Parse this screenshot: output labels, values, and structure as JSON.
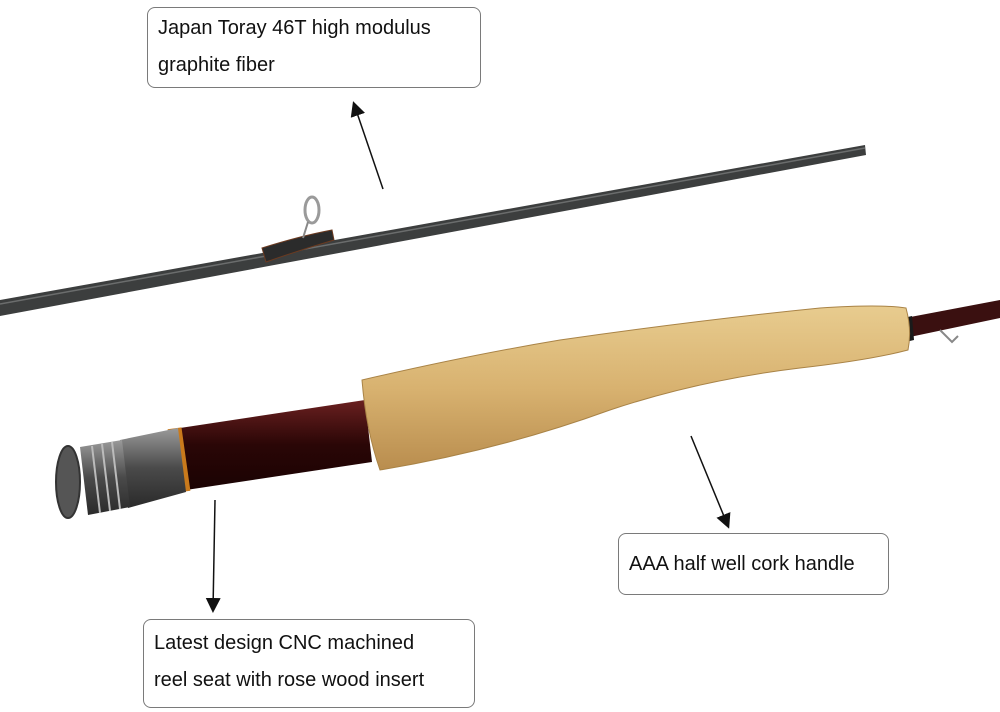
{
  "callouts": {
    "graphite": {
      "line1": "Japan Toray 46T high modulus",
      "line2": "graphite fiber"
    },
    "cork": {
      "line1": "AAA half well cork handle"
    },
    "reel_seat": {
      "line1": "Latest design CNC machined",
      "line2": "reel seat with rose wood insert"
    }
  },
  "colors": {
    "cork": "#d9b676",
    "blank": "#3a3c3c",
    "reel_seat_insert": "#3a0c0c",
    "metal": "#6a6a6a",
    "winding": "#c97a1c"
  }
}
